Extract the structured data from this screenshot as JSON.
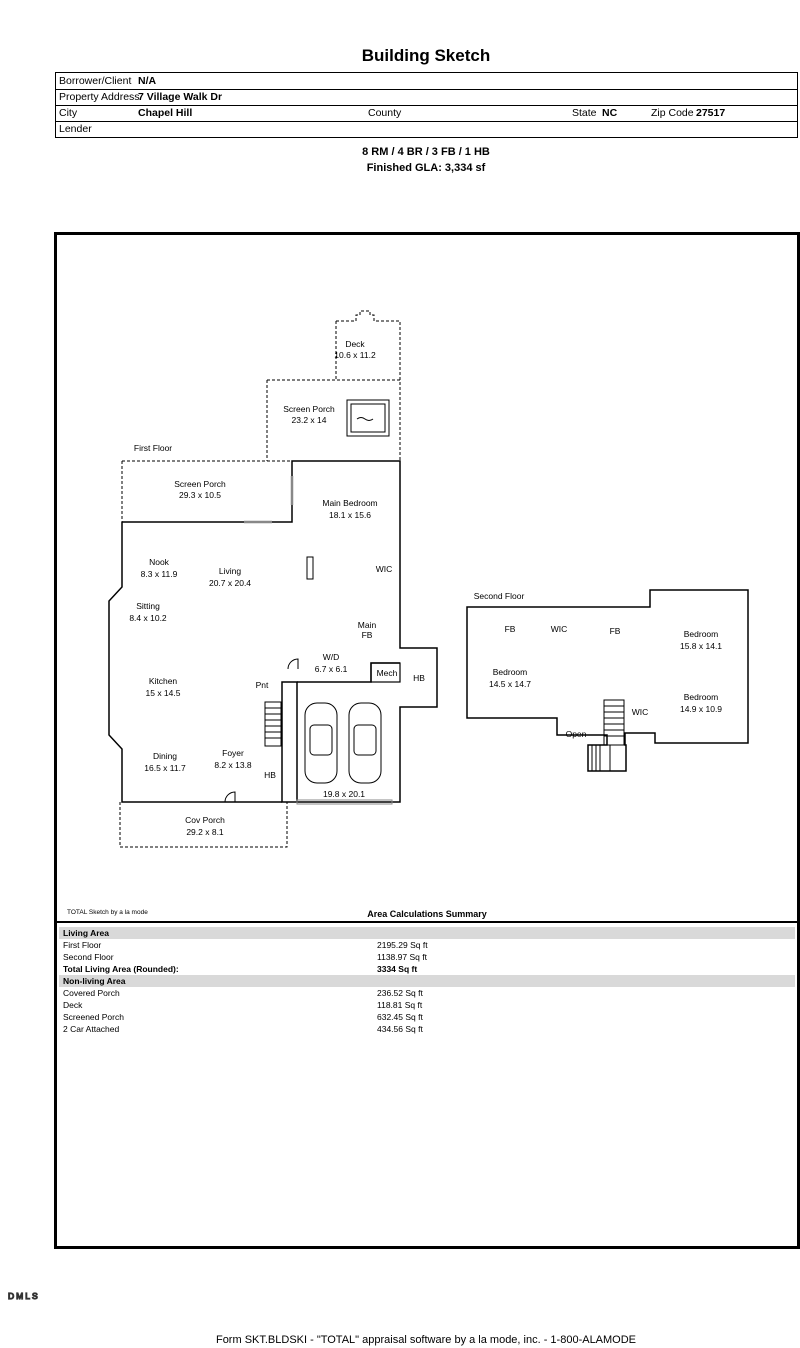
{
  "title": "Building Sketch",
  "info": {
    "borrower_label": "Borrower/Client",
    "borrower": "N/A",
    "address_label": "Property Address",
    "address": "7 Village Walk Dr",
    "city_label": "City",
    "city": "Chapel Hill",
    "county_label": "County",
    "state_label": "State",
    "state": "NC",
    "zip_label": "Zip Code",
    "zip": "27517",
    "lender_label": "Lender"
  },
  "summary": {
    "rooms": "8 RM / 4 BR / 3 FB / 1 HB",
    "gla": "Finished GLA: 3,334 sf"
  },
  "sketch": {
    "first_floor": "First Floor",
    "second_floor": "Second Floor",
    "rooms": {
      "deck": "Deck",
      "deck_dim": "10.6 x 11.2",
      "screen1": "Screen Porch",
      "screen1_dim": "23.2 x 14",
      "screen2": "Screen Porch",
      "screen2_dim": "29.3 x 10.5",
      "main_bed": "Main Bedroom",
      "main_bed_dim": "18.1 x 15.6",
      "nook": "Nook",
      "nook_dim": "8.3 x 11.9",
      "living": "Living",
      "living_dim": "20.7 x 20.4",
      "wic1": "WIC",
      "sitting": "Sitting",
      "sitting_dim": "8.4 x 10.2",
      "main_fb1": "Main",
      "main_fb2": "FB",
      "wd": "W/D",
      "wd_dim": "6.7 x 6.1",
      "mech": "Mech",
      "hb1": "HB",
      "kitchen": "Kitchen",
      "kitchen_dim": "15 x 14.5",
      "pnt": "Pnt",
      "dining": "Dining",
      "dining_dim": "16.5 x 11.7",
      "foyer": "Foyer",
      "foyer_dim": "8.2 x 13.8",
      "hb2": "HB",
      "garage_dim": "19.8 x 20.1",
      "cov_porch": "Cov Porch",
      "cov_porch_dim": "29.2 x 8.1",
      "fb_a": "FB",
      "wic2": "WIC",
      "fb_b": "FB",
      "bed1": "Bedroom",
      "bed1_dim": "15.8 x 14.1",
      "bed2": "Bedroom",
      "bed2_dim": "14.5 x 14.7",
      "bed3": "Bedroom",
      "bed3_dim": "14.9 x 10.9",
      "wic3": "WIC",
      "open": "Open"
    }
  },
  "calc": {
    "left_label": "TOTAL Sketch by a la mode",
    "title": "Area Calculations Summary",
    "rows": [
      {
        "name": "Living Area",
        "value": "",
        "style": "shade"
      },
      {
        "name": "First Floor",
        "value": "2195.29 Sq ft",
        "style": ""
      },
      {
        "name": "Second Floor",
        "value": "1138.97 Sq ft",
        "style": ""
      },
      {
        "name": "Total Living Area (Rounded):",
        "value": "3334 Sq ft",
        "style": "bold"
      },
      {
        "name": "Non-living Area",
        "value": "",
        "style": "shade"
      },
      {
        "name": "Covered Porch",
        "value": "236.52 Sq ft",
        "style": ""
      },
      {
        "name": "Deck",
        "value": "118.81 Sq ft",
        "style": ""
      },
      {
        "name": "Screened Porch",
        "value": "632.45 Sq ft",
        "style": ""
      },
      {
        "name": "2 Car Attached",
        "value": "434.56 Sq ft",
        "style": ""
      }
    ]
  },
  "logo": "DMLS",
  "footer": "Form SKT.BLDSKI - \"TOTAL\" appraisal software by a la mode, inc. - 1-800-ALAMODE"
}
